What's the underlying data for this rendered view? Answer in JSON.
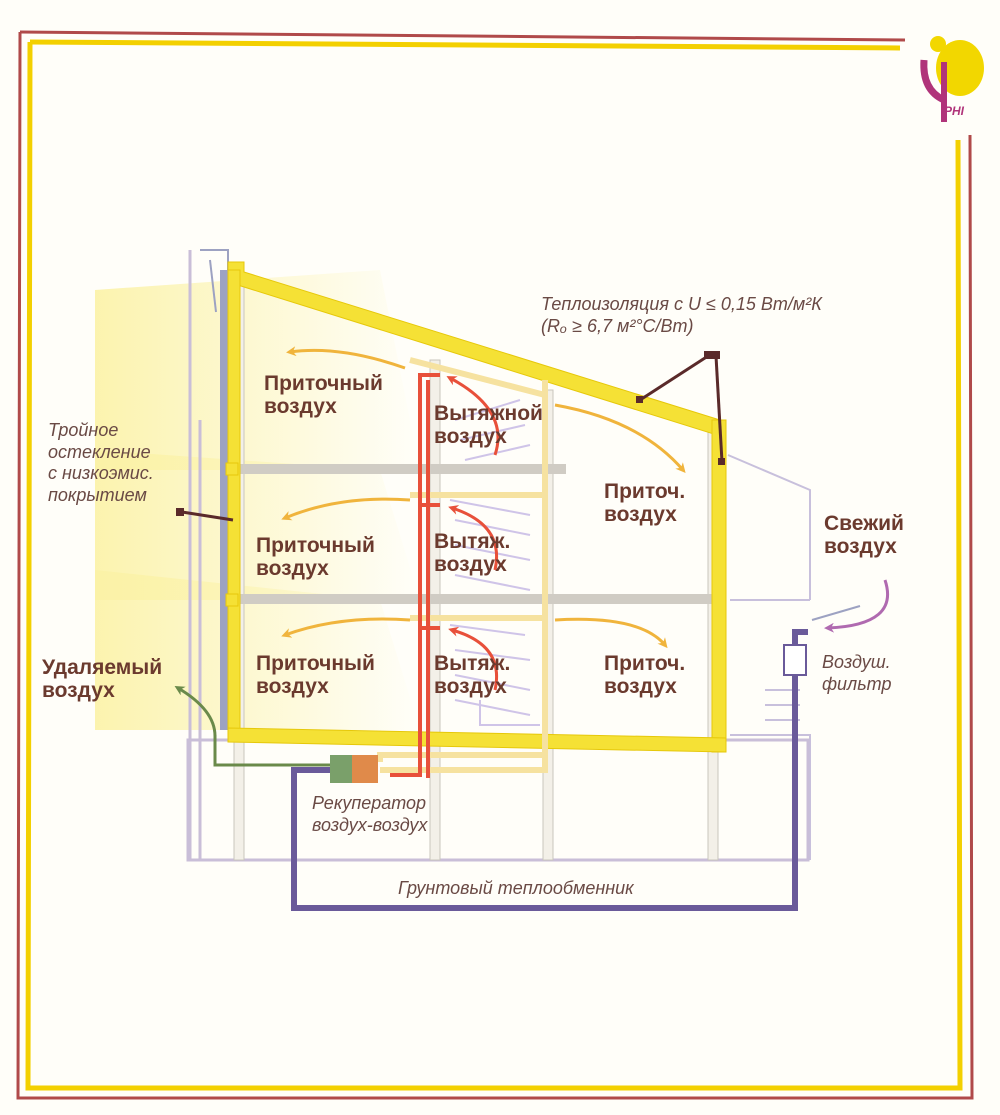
{
  "logo": {
    "text": "PHI",
    "colors": {
      "yellow": "#f2d700",
      "magenta": "#b0347a"
    }
  },
  "labels": {
    "insulation_line1": "Теплоизоляция с U ≤ 0,15 Вт/м²К",
    "insulation_line2": "(Rₒ ≥ 6,7 м²°С/Вт)",
    "glazing_line1": "Тройное",
    "glazing_line2": "остекление",
    "glazing_line3": "с низкоэмис.",
    "glazing_line4": "покрытием",
    "supply_air_1a": "Приточный",
    "supply_air_1b": "воздух",
    "supply_air_2a": "Приточный",
    "supply_air_2b": "воздух",
    "supply_air_3a": "Приточный",
    "supply_air_3b": "воздух",
    "exhaust_1a": "Вытяжной",
    "exhaust_1b": "воздух",
    "exhaust_2a": "Вытяж.",
    "exhaust_2b": "воздух",
    "exhaust_3a": "Вытяж.",
    "exhaust_3b": "воздух",
    "supply_short_1a": "Приточ.",
    "supply_short_1b": "воздух",
    "supply_short_2a": "Приточ.",
    "supply_short_2b": "воздух",
    "fresh_air_a": "Свежий",
    "fresh_air_b": "воздух",
    "filter_a": "Воздуш.",
    "filter_b": "фильтр",
    "removed_air_a": "Удаляемый",
    "removed_air_b": "воздух",
    "recuperator_a": "Рекуператор",
    "recuperator_b": "воздух-воздух",
    "ground_hx": "Грунтовый теплообменник"
  },
  "colors": {
    "frame_outer": "#b04a4a",
    "frame_inner": "#f3d000",
    "insulation": "#f5e135",
    "supply_arrow": "#f0b43c",
    "exhaust_duct": "#e8503a",
    "ground_duct": "#6a5a9a",
    "fresh_air_arrow": "#b06ab0",
    "removed_air_arrow": "#6a8a4a",
    "text_bold": "#6b3a2e"
  }
}
